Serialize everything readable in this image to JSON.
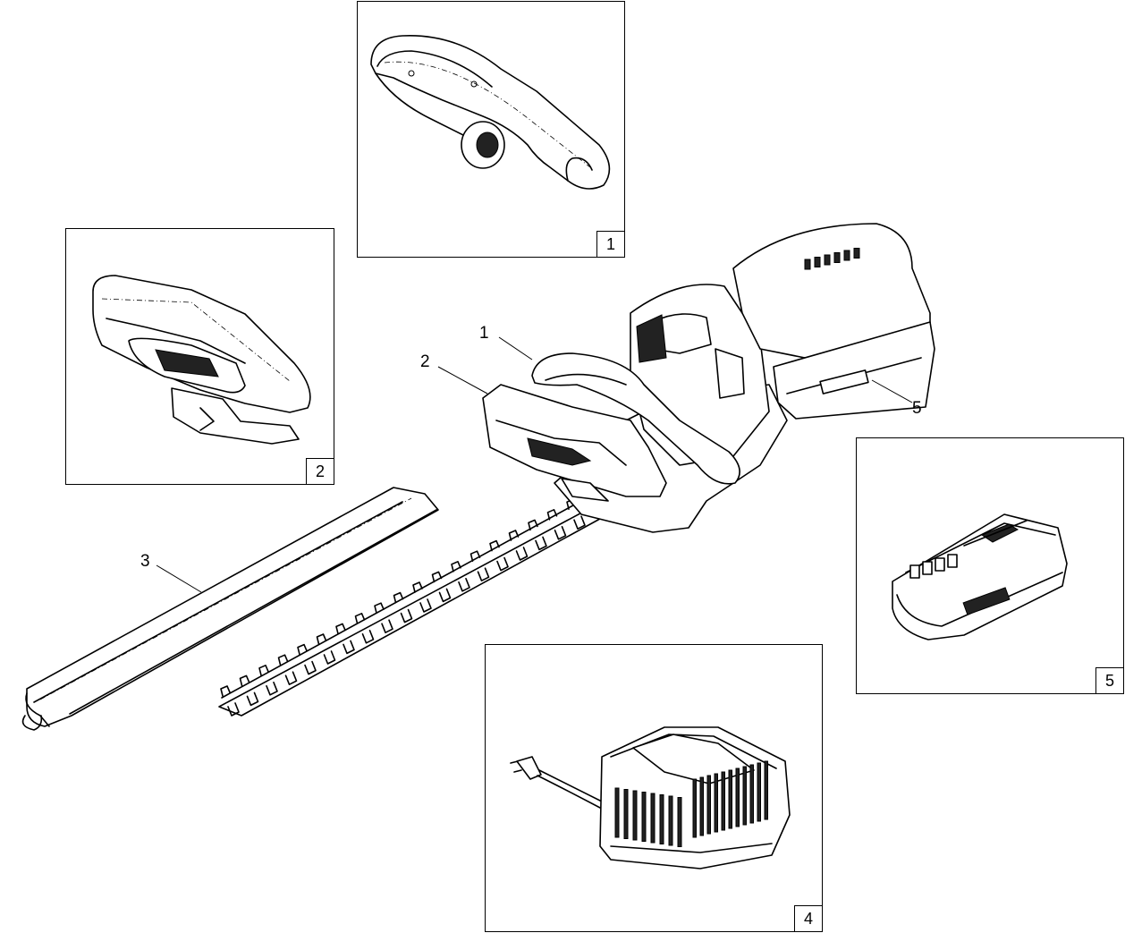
{
  "diagram": {
    "parts": [
      {
        "number": "1",
        "part": "front-handle"
      },
      {
        "number": "2",
        "part": "hand-guard"
      },
      {
        "number": "3",
        "part": "blade-sheath"
      },
      {
        "number": "4",
        "part": "charger"
      },
      {
        "number": "5",
        "part": "battery"
      }
    ],
    "callouts": {
      "c1": "1",
      "c2": "2",
      "c3": "3",
      "c5": "5"
    },
    "insets": {
      "i1": "1",
      "i2": "2",
      "i4": "4",
      "i5": "5"
    }
  },
  "colors": {
    "line": "#000000",
    "background": "#ffffff"
  }
}
